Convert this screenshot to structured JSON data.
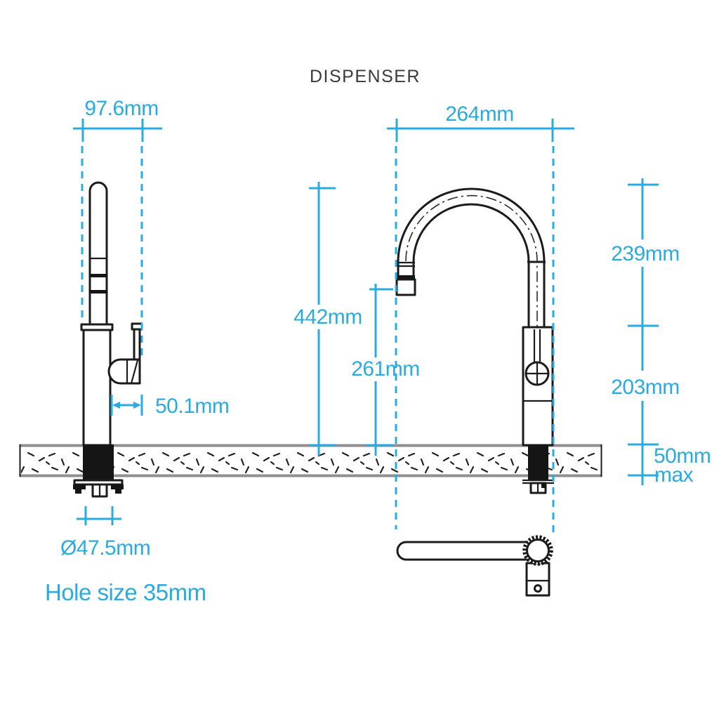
{
  "title": "DISPENSER",
  "colors": {
    "accent": "#29ABE2",
    "line": "#1b1b1b",
    "counter_edge": "#8f8f8f",
    "title_text": "#3a3a3a"
  },
  "dimensions": {
    "spout_top_width": "97.6mm",
    "spout_reach": "264mm",
    "total_height": "442mm",
    "spout_clearance": "261mm",
    "handle_projection": "50.1mm",
    "spout_rise": "239mm",
    "body_height": "203mm",
    "counter_thickness": "50mm",
    "counter_thickness_qualifier": "max",
    "base_diameter": "Ø47.5mm",
    "hole_size": "Hole size 35mm"
  }
}
